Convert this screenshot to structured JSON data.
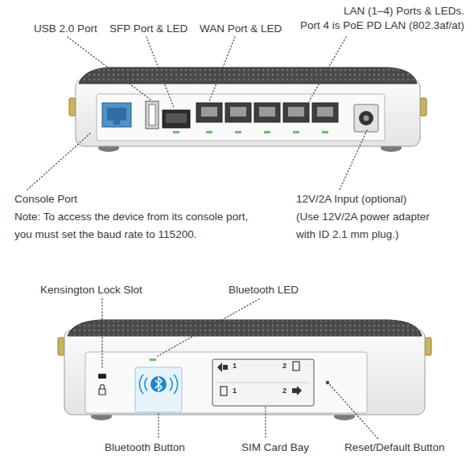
{
  "diagram": {
    "labels": [
      "USB 2.0 Port",
      "SFP Port & LED",
      "WAN Port & LED",
      "LAN (1–4) Ports & LEDs.",
      "Port 4 is PoE PD LAN (802.3af/at)",
      "Console Port",
      "Note: To access the device from its console port,",
      "you must set the baud rate to 115200.",
      "12V/2A Input (optional)",
      "(Use 12V/2A power adapter",
      "with ID 2.1 mm plug.)",
      "Kensington Lock Slot",
      "Bluetooth LED",
      "Bluetooth Button",
      "SIM Card Bay",
      "Reset/Default Button",
      "1",
      "2",
      "1",
      "2"
    ]
  }
}
